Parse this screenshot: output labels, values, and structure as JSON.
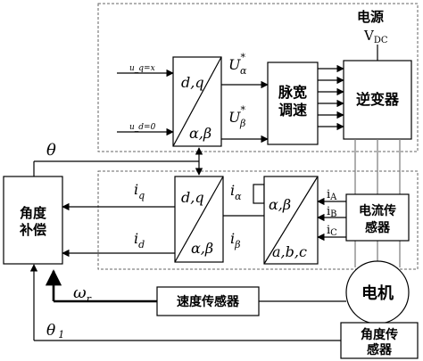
{
  "power": {
    "label": "电源",
    "vdc_main": "V",
    "vdc_sub": "DC"
  },
  "blocks": {
    "pwm": {
      "line1": "脉宽",
      "line2": "调速"
    },
    "inverter": "逆变器",
    "current_sensor": {
      "line1": "电流传",
      "line2": "感器"
    },
    "angle_comp": {
      "line1": "角度",
      "line2": "补偿"
    },
    "speed_sensor": "速度传感器",
    "motor": "电机",
    "angle_sensor": {
      "line1": "角度传",
      "line2": "感器"
    }
  },
  "transforms": {
    "upper": {
      "top": "d,q",
      "bottom": "α,β"
    },
    "lower_left": {
      "top": "d,q",
      "bottom": "α,β"
    },
    "lower_right": {
      "top": "α,β",
      "bottom": "a,b,c"
    }
  },
  "signals": {
    "uq_input": "u_q=x",
    "ud_input": "u_d=0",
    "u_alpha": {
      "main": "U",
      "sub": "α",
      "sup": "*"
    },
    "u_beta": {
      "main": "U",
      "sub": "β",
      "sup": "*"
    },
    "theta": "θ",
    "iq": {
      "main": "i",
      "sub": "q"
    },
    "id": {
      "main": "i",
      "sub": "d"
    },
    "i_alpha": {
      "main": "i",
      "sub": "α"
    },
    "i_beta": {
      "main": "i",
      "sub": "β"
    },
    "iA": {
      "main": "i",
      "sub": "A"
    },
    "iB": {
      "main": "i",
      "sub": "B"
    },
    "iC": {
      "main": "i",
      "sub": "C"
    },
    "omega_r": {
      "main": "ω",
      "sub": "r"
    },
    "theta1": {
      "main": "θ",
      "sub": "1"
    }
  }
}
